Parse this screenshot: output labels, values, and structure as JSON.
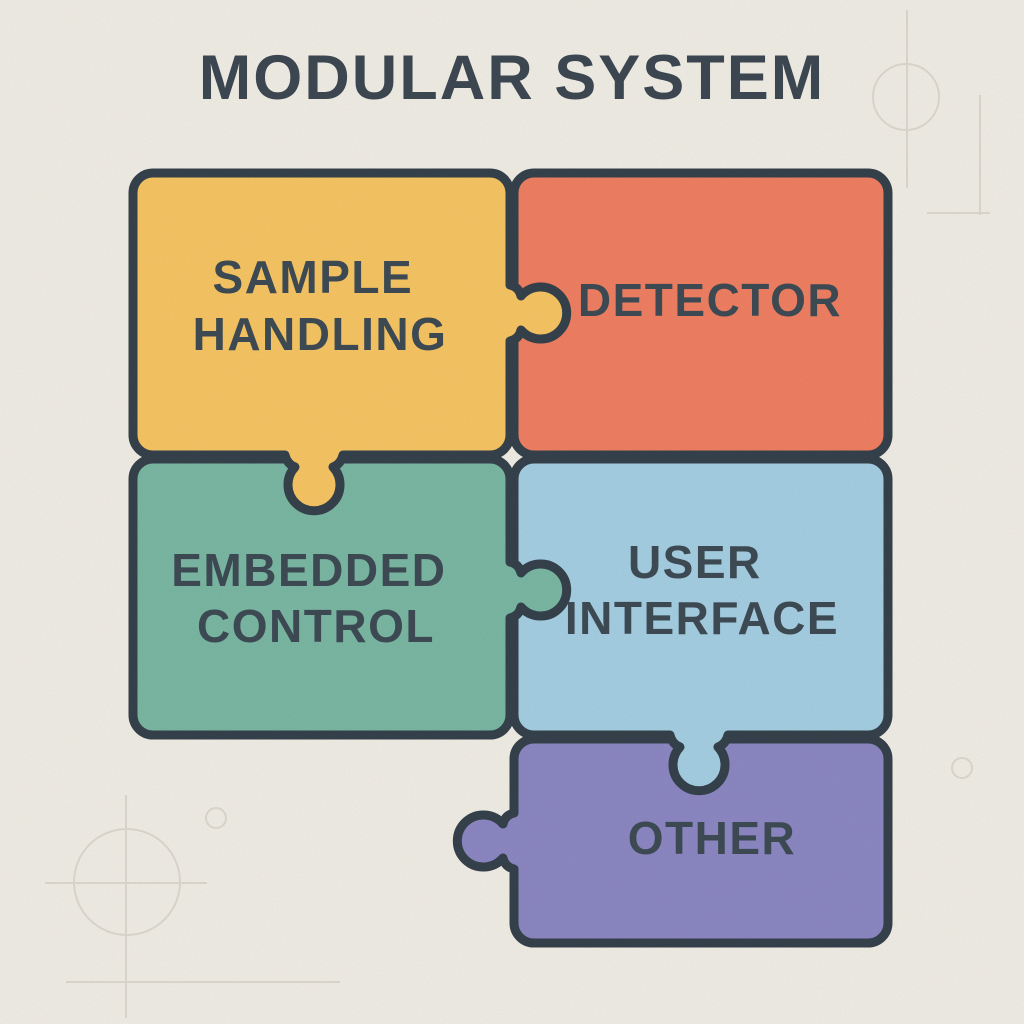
{
  "header": {
    "title": "MODULAR SYSTEM"
  },
  "colors": {
    "background": "#F0EDE5",
    "outline": "#35414B",
    "title_text": "#3D4852",
    "label_text": "#3E4B54",
    "decoration": "#DCD8CD",
    "yellow": "#F6C463",
    "salmon": "#EF7F62",
    "green": "#7AB7A3",
    "blue": "#A5CEE2",
    "purple": "#8C87C2"
  },
  "diagram": {
    "type": "puzzle-modules",
    "pieces": [
      {
        "id": "sample-handling",
        "label_lines": [
          "SAMPLE",
          "HANDLING"
        ],
        "color": "#F6C463",
        "position": "top-left"
      },
      {
        "id": "detector",
        "label_lines": [
          "DETECTOR"
        ],
        "color": "#EF7F62",
        "position": "top-right"
      },
      {
        "id": "embedded-control",
        "label_lines": [
          "EMBEDDED",
          "CONTROL"
        ],
        "color": "#7AB7A3",
        "position": "middle-left"
      },
      {
        "id": "user-interface",
        "label_lines": [
          "USER",
          "INTERFACE"
        ],
        "color": "#A5CEE2",
        "position": "middle-right"
      },
      {
        "id": "other",
        "label_lines": [
          "OTHER"
        ],
        "color": "#8C87C2",
        "position": "bottom-right"
      }
    ]
  }
}
